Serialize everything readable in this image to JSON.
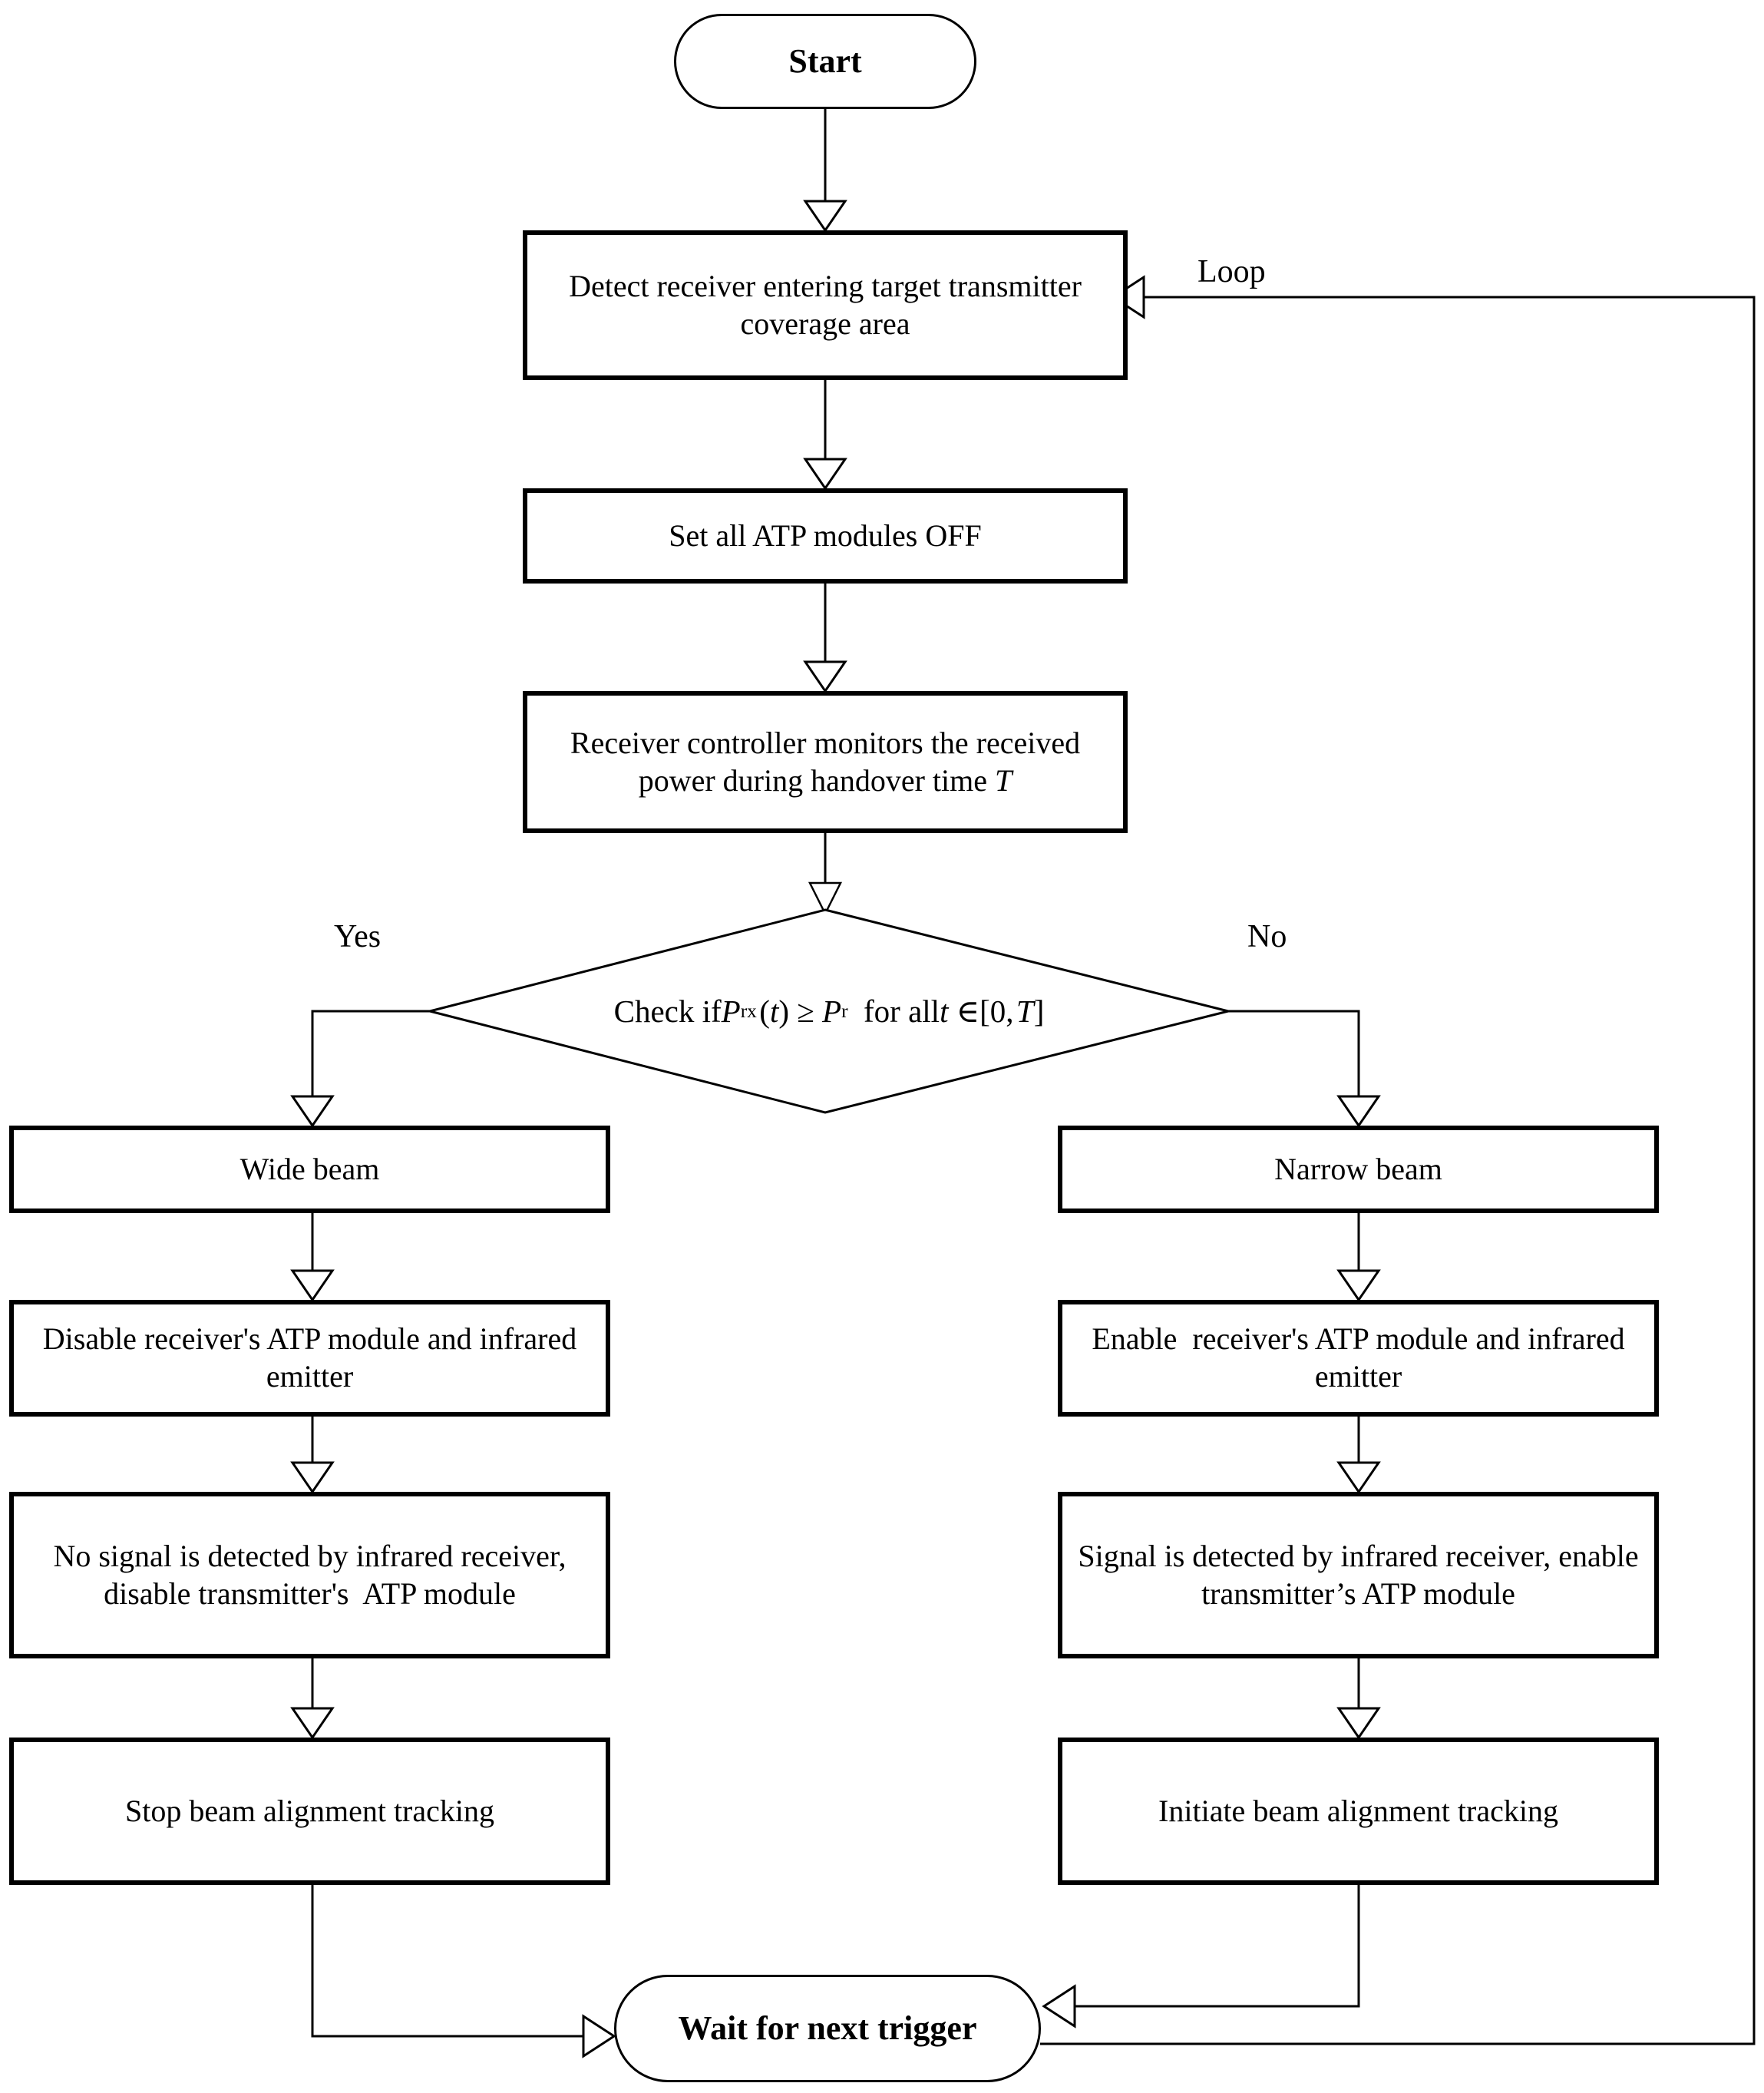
{
  "diagram": {
    "title": "ATP beam handover decision flowchart",
    "stroke_color": "#000000",
    "background_color": "#ffffff"
  },
  "nodes": {
    "start": {
      "label": "Start",
      "shape": "terminator"
    },
    "detect": {
      "label": "Detect receiver entering target transmitter coverage area",
      "shape": "process"
    },
    "set_off": {
      "label": "Set all ATP modules OFF",
      "shape": "process"
    },
    "monitor": {
      "label": "Receiver controller monitors the received power during handover time T",
      "shape": "process"
    },
    "decision": {
      "shape": "diamond",
      "text_prefix": "Check if ",
      "p_symbol": "P",
      "p_sub": "rx",
      "of_t": "(t)",
      "comparator": "≥",
      "p2_symbol": "P",
      "p2_sub": "r",
      "text_mid": " for all ",
      "t_symbol": "t",
      "member": "∈",
      "interval_open": "[0,",
      "interval_T": "T",
      "interval_close": "]",
      "plain_label": "Check if Prx(t) ≥ Pr for all t ∈ [0, T]"
    },
    "wide_beam": {
      "label": "Wide beam",
      "shape": "process"
    },
    "narrow_beam": {
      "label": "Narrow beam",
      "shape": "process"
    },
    "disable_rx": {
      "label": "Disable receiver's ATP module and infrared emitter",
      "shape": "process"
    },
    "enable_rx": {
      "label": "Enable  receiver's ATP module and infrared emitter",
      "shape": "process"
    },
    "no_signal": {
      "label": "No signal is detected by infrared receiver, disable transmitter's  ATP module",
      "shape": "process"
    },
    "signal": {
      "label": "Signal is detected by infrared receiver, enable transmitter’s ATP module",
      "shape": "process"
    },
    "stop_tracking": {
      "label": "Stop beam alignment tracking",
      "shape": "process"
    },
    "initiate_tracking": {
      "label": "Initiate beam alignment tracking",
      "shape": "process"
    },
    "wait": {
      "label": "Wait for next trigger",
      "shape": "terminator"
    }
  },
  "edge_labels": {
    "yes": "Yes",
    "no": "No",
    "loop": "Loop"
  }
}
